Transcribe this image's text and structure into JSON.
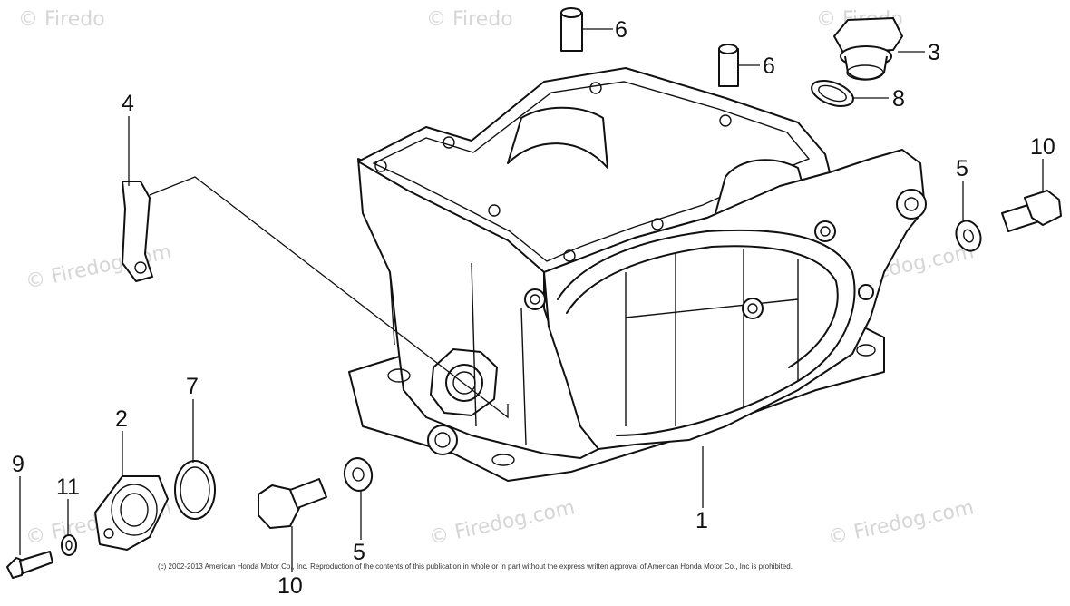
{
  "watermark": "© Firedog.com",
  "watermark_short": "© Firedo",
  "copyright": "(c) 2002-2013 American Honda Motor Co., Inc. Reproduction of the contents of this publication in whole or in part without the express written approval of American Honda Motor Co., Inc is prohibited.",
  "callouts": {
    "c1": "1",
    "c2": "2",
    "c3": "3",
    "c4": "4",
    "c5a": "5",
    "c5b": "5",
    "c6a": "6",
    "c6b": "6",
    "c7": "7",
    "c8": "8",
    "c9": "9",
    "c10a": "10",
    "c10b": "10",
    "c11": "11"
  }
}
